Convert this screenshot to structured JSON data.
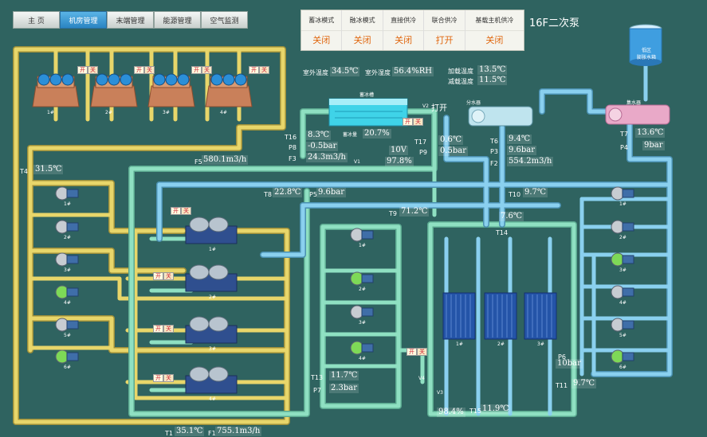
{
  "nav": {
    "tabs": [
      "主 页",
      "机房管理",
      "末端管理",
      "能源管理",
      "空气监测"
    ],
    "active": 1
  },
  "modes": [
    {
      "label": "蓄冰模式",
      "value": "关闭"
    },
    {
      "label": "融冰模式",
      "value": "关闭"
    },
    {
      "label": "直接供冷",
      "value": "关闭"
    },
    {
      "label": "联合供冷",
      "value": "打开"
    },
    {
      "label": "基载主机供冷",
      "value": "关闭"
    }
  ],
  "pump_title": "16F二次泵",
  "outdoor": {
    "temp_label": "室外温度",
    "temp": "34.5℃",
    "hum_label": "室外湿度",
    "hum": "56.4%RH"
  },
  "load": {
    "add_label": "加载温度",
    "add": "13.5℃",
    "sub_label": "减载温度",
    "sub": "11.5℃"
  },
  "ice_tank": {
    "label": "蓄冰槽",
    "qty_label": "蓄冰量",
    "qty": "20.7%",
    "v2": "V2",
    "v2_state": "打开"
  },
  "tank": {
    "label": "低区\n膨胀水箱"
  },
  "divider": {
    "label": "分水器"
  },
  "collector": {
    "label": "集水器"
  },
  "readings": {
    "T16": "8.3℃",
    "P8": "-0.5bar",
    "F3": "24.3m3/h",
    "V1": "V1",
    "V1_pct": "97.8%",
    "voltage": "10V",
    "T17": "0.6℃",
    "P9": "0.5bar",
    "T6": "9.4℃",
    "P3": "9.6bar",
    "F2": "554.2m3/h",
    "T7": "13.6℃",
    "P4": "9bar",
    "T4": "31.5℃",
    "F5": "580.1m3/h",
    "T8": "22.8℃",
    "P5": "9.6bar",
    "T10": "9.7℃",
    "T9": "71.2℃",
    "T14": "7.6℃",
    "T13": "11.7℃",
    "P7": "2.3bar",
    "V4": "V4",
    "V3": "V3",
    "V3_pct": "98.4%",
    "T15": "11.9℃",
    "P6": "10bar",
    "T11": "9.7℃",
    "T1": "35.1℃",
    "F1": "755.1m3/h"
  },
  "tags": {
    "T16": "T16",
    "P8": "P8",
    "F3": "F3",
    "T17": "T17",
    "P9": "P9",
    "T6": "T6",
    "P3": "P3",
    "F2": "F2",
    "T7": "T7",
    "P4": "P4",
    "T4": "T4",
    "F5": "F5",
    "T8": "T8",
    "P5": "P5",
    "T10": "T10",
    "T9": "T9",
    "T14": "T14",
    "T13": "T13",
    "P7": "P7",
    "T15": "T15",
    "P6": "P6",
    "T11": "T11",
    "T1": "T1",
    "F1": "F1"
  },
  "switch": {
    "on": "开",
    "off": "关"
  },
  "towers": [
    "1#",
    "2#",
    "3#",
    "4#"
  ],
  "chillers": [
    "1#",
    "2#",
    "3#",
    "4#"
  ],
  "pumps_left": [
    "1#",
    "2#",
    "3#",
    "4#",
    "5#",
    "6#"
  ],
  "pumps_mid": [
    "1#",
    "2#",
    "3#",
    "4#"
  ],
  "pumps_right": [
    "1#",
    "2#",
    "3#",
    "4#",
    "5#",
    "6#"
  ],
  "hx": [
    "1#",
    "2#",
    "3#"
  ],
  "colors": {
    "yellow_pipe": "#e8d66a",
    "green_pipe": "#8fe0c2",
    "blue_pipe": "#8ad0ef",
    "bg": "#2f6360"
  }
}
